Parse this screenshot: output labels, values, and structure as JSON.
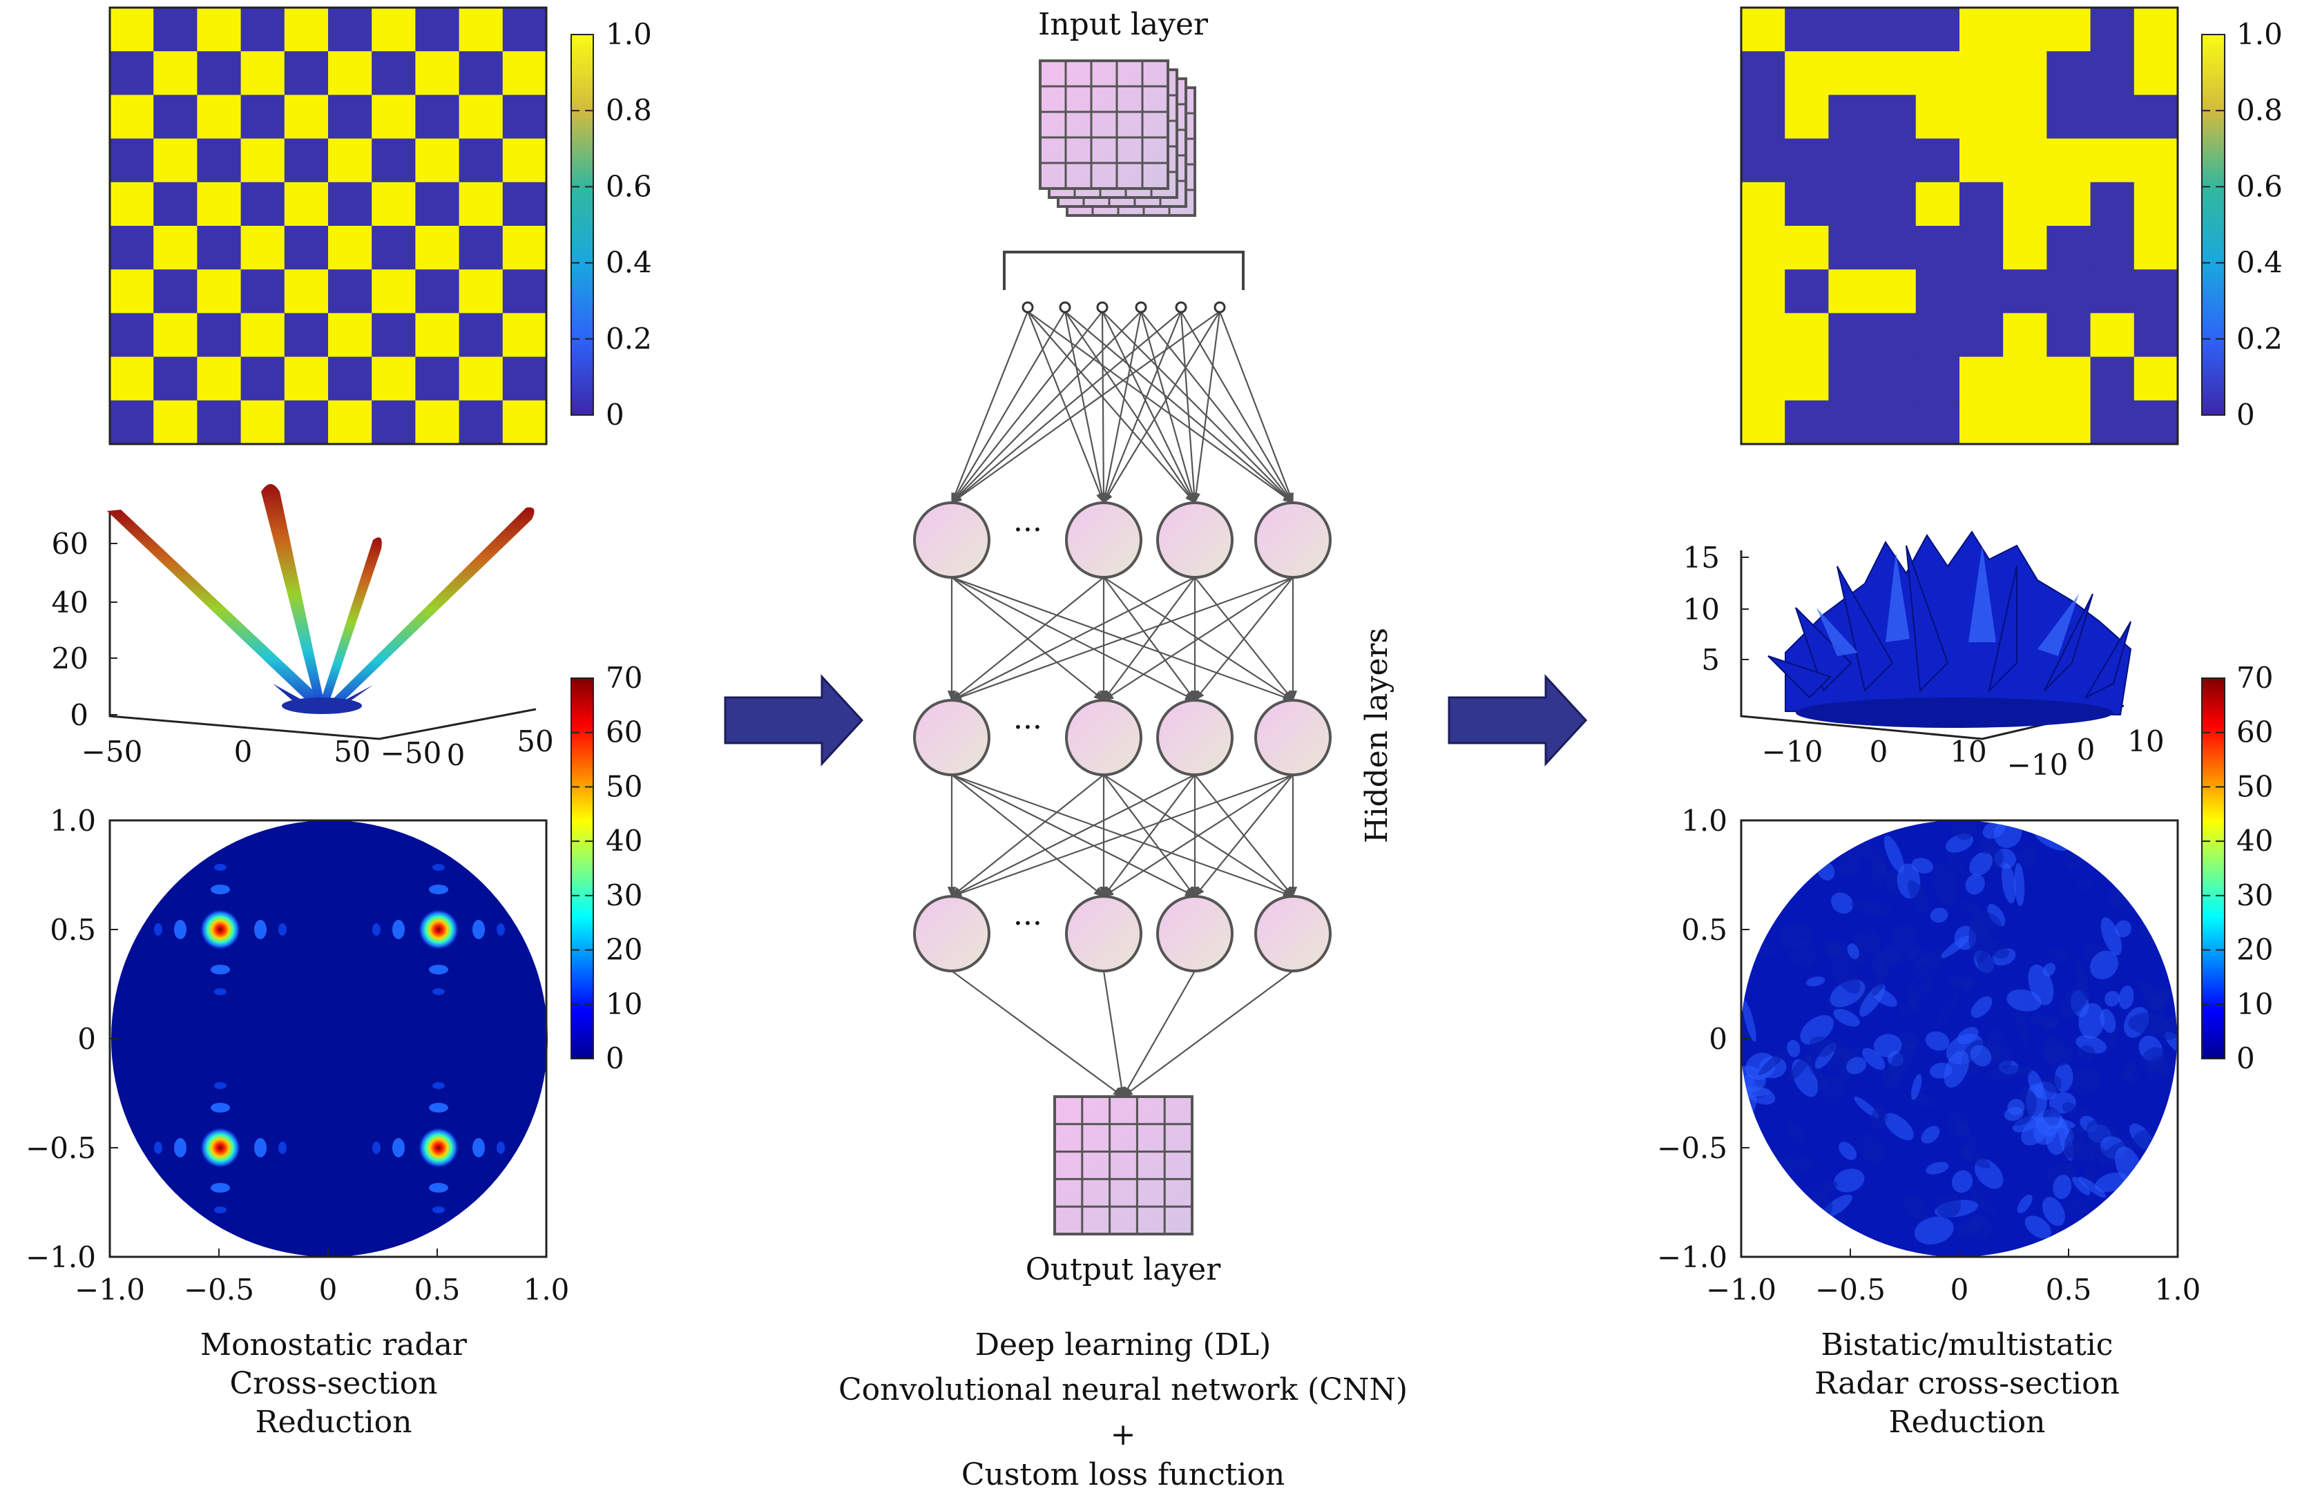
{
  "center": {
    "input_layer": "Input layer",
    "output_layer": "Output layer",
    "hidden_layers": "Hidden layers",
    "ellipsis": "···",
    "caption": [
      "Deep learning (DL)",
      "Convolutional neural network (CNN)",
      "+",
      "Custom loss function"
    ]
  },
  "left": {
    "caption": [
      "Monostatic radar",
      "Cross-section",
      "Reduction"
    ],
    "colorbar_top_ticks": [
      "1.0",
      "0.8",
      "0.6",
      "0.4",
      "0.2",
      "0"
    ],
    "colorbar_bottom_ticks": [
      "70",
      "60",
      "50",
      "40",
      "30",
      "20",
      "10",
      "0"
    ],
    "surface_z_ticks": [
      "60",
      "40",
      "20",
      "0"
    ],
    "surface_x_ticks": [
      "−50",
      "0",
      "50"
    ],
    "surface_y_ticks": [
      "−50",
      "0",
      "50"
    ],
    "polar_y_ticks": [
      "1.0",
      "0.5",
      "0",
      "−0.5",
      "−1.0"
    ],
    "polar_x_ticks": [
      "−1.0",
      "−0.5",
      "0",
      "0.5",
      "1.0"
    ]
  },
  "right": {
    "caption": [
      "Bistatic/multistatic",
      "Radar cross-section",
      "Reduction"
    ],
    "colorbar_top_ticks": [
      "1.0",
      "0.8",
      "0.6",
      "0.4",
      "0.2",
      "0"
    ],
    "colorbar_bottom_ticks": [
      "70",
      "60",
      "50",
      "40",
      "30",
      "20",
      "10",
      "0"
    ],
    "surface_z_ticks": [
      "15",
      "10",
      "5"
    ],
    "surface_x_ticks": [
      "−10",
      "0",
      "10"
    ],
    "surface_y_ticks": [
      "−10",
      "0",
      "10"
    ],
    "polar_y_ticks": [
      "1.0",
      "0.5",
      "0",
      "−0.5",
      "−1.0"
    ],
    "polar_x_ticks": [
      "−1.0",
      "−0.5",
      "0",
      "0.5",
      "1.0"
    ]
  },
  "colors": {
    "coding_yellow": "#f9f500",
    "coding_blue": "#3a33a9",
    "arrow_fill": "#32368f",
    "neuron_fill": "#ead1ea",
    "background_blue": "#000d96"
  },
  "chart_data": [
    {
      "type": "heatmap",
      "name": "monostatic coding matrix (chessboard)",
      "colormap": "parula",
      "range": [
        0,
        1
      ],
      "matrix": [
        [
          1,
          0,
          1,
          0,
          1,
          0,
          1,
          0,
          1,
          0
        ],
        [
          0,
          1,
          0,
          1,
          0,
          1,
          0,
          1,
          0,
          1
        ],
        [
          1,
          0,
          1,
          0,
          1,
          0,
          1,
          0,
          1,
          0
        ],
        [
          0,
          1,
          0,
          1,
          0,
          1,
          0,
          1,
          0,
          1
        ],
        [
          1,
          0,
          1,
          0,
          1,
          0,
          1,
          0,
          1,
          0
        ],
        [
          0,
          1,
          0,
          1,
          0,
          1,
          0,
          1,
          0,
          1
        ],
        [
          1,
          0,
          1,
          0,
          1,
          0,
          1,
          0,
          1,
          0
        ],
        [
          0,
          1,
          0,
          1,
          0,
          1,
          0,
          1,
          0,
          1
        ],
        [
          1,
          0,
          1,
          0,
          1,
          0,
          1,
          0,
          1,
          0
        ],
        [
          0,
          1,
          0,
          1,
          0,
          1,
          0,
          1,
          0,
          1
        ]
      ]
    },
    {
      "type": "heatmap",
      "name": "bistatic coding matrix (optimized)",
      "colormap": "parula",
      "range": [
        0,
        1
      ],
      "matrix": [
        [
          1,
          0,
          0,
          0,
          0,
          1,
          1,
          1,
          0,
          1
        ],
        [
          0,
          1,
          1,
          1,
          1,
          1,
          1,
          0,
          0,
          1
        ],
        [
          0,
          1,
          0,
          0,
          1,
          1,
          1,
          0,
          0,
          0
        ],
        [
          0,
          0,
          0,
          0,
          0,
          1,
          1,
          1,
          1,
          1
        ],
        [
          1,
          0,
          0,
          0,
          1,
          0,
          1,
          1,
          0,
          1
        ],
        [
          1,
          1,
          0,
          0,
          0,
          0,
          1,
          0,
          0,
          1
        ],
        [
          1,
          0,
          1,
          1,
          0,
          0,
          0,
          0,
          0,
          0
        ],
        [
          1,
          1,
          0,
          0,
          0,
          0,
          1,
          0,
          1,
          0
        ],
        [
          1,
          1,
          0,
          0,
          0,
          1,
          1,
          1,
          0,
          1
        ],
        [
          1,
          0,
          0,
          0,
          0,
          1,
          1,
          1,
          0,
          0
        ]
      ]
    },
    {
      "type": "heatmap",
      "name": "monostatic RCS (u-v plane)",
      "colormap": "jet",
      "range": [
        0,
        70
      ],
      "xlim": [
        -1.0,
        1.0
      ],
      "ylim": [
        -1.0,
        1.0
      ],
      "beams": [
        {
          "u": -0.5,
          "v": 0.5,
          "value": 70
        },
        {
          "u": 0.5,
          "v": 0.5,
          "value": 70
        },
        {
          "u": -0.5,
          "v": -0.5,
          "value": 70
        },
        {
          "u": 0.5,
          "v": -0.5,
          "value": 70
        }
      ]
    },
    {
      "type": "heatmap",
      "name": "bistatic RCS (u-v plane)",
      "colormap": "jet",
      "range": [
        0,
        70
      ],
      "xlim": [
        -1.0,
        1.0
      ],
      "ylim": [
        -1.0,
        1.0
      ]
    }
  ]
}
